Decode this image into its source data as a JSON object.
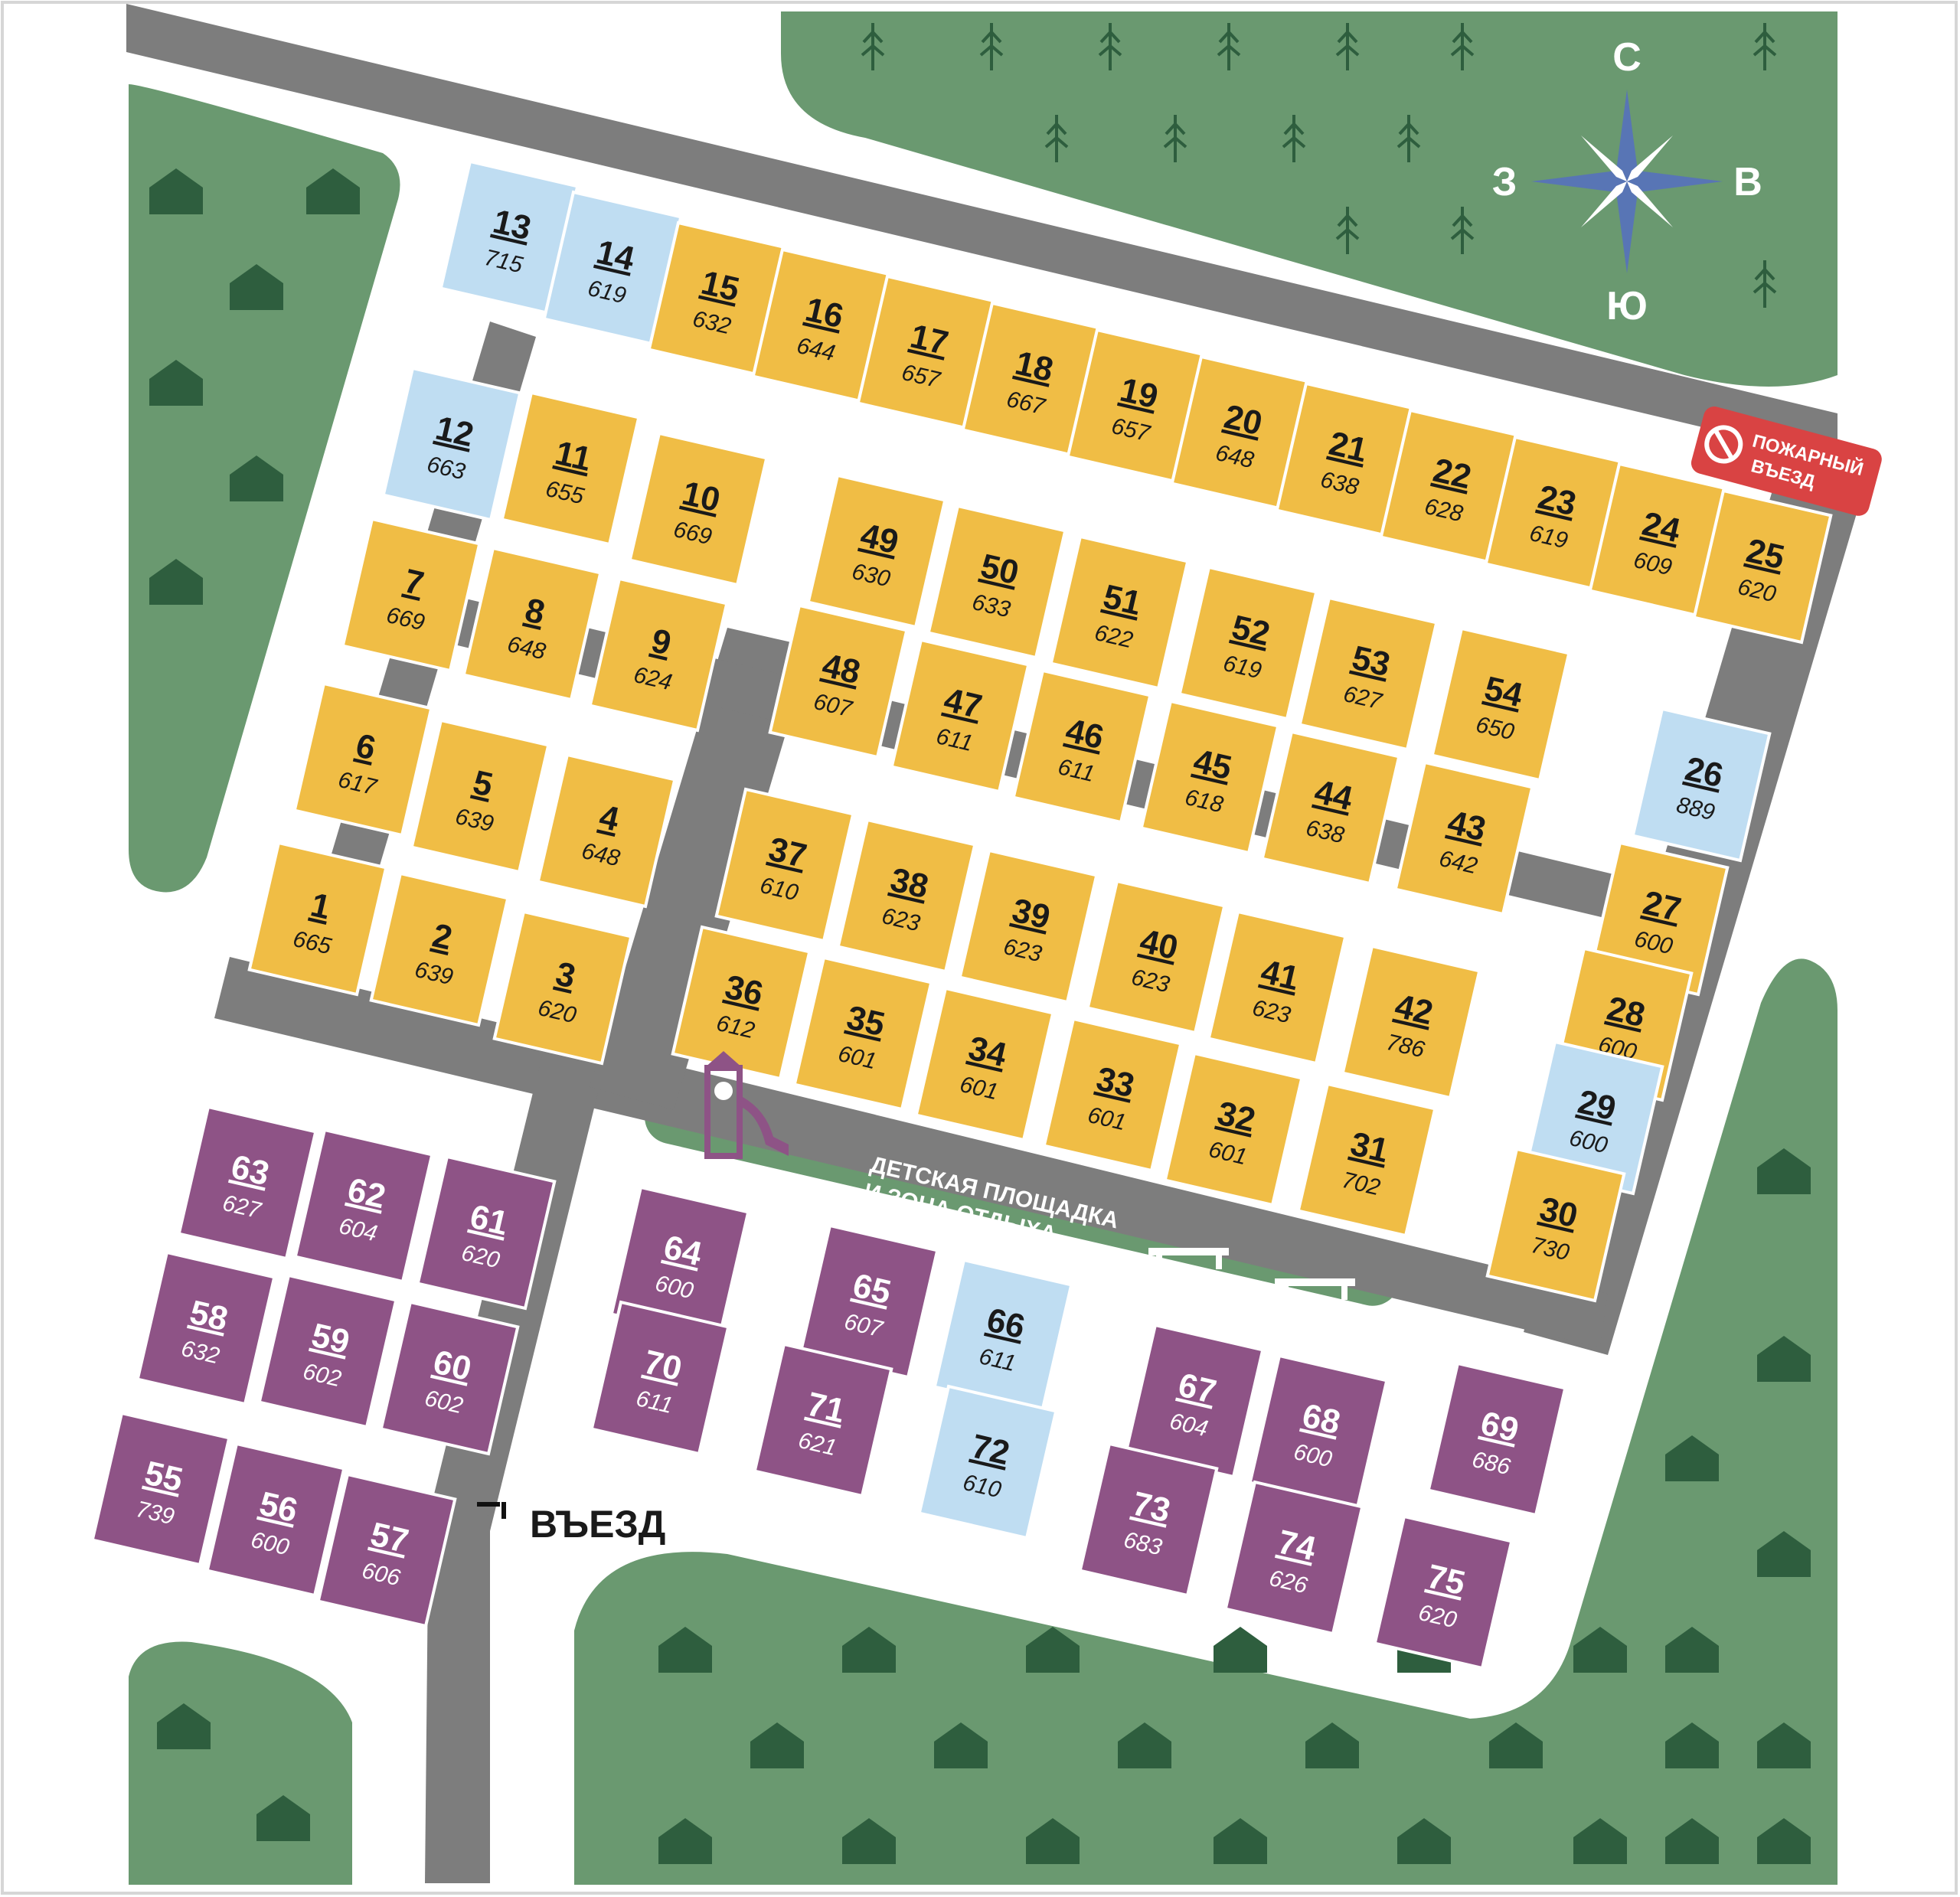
{
  "compass": {
    "north": "С",
    "south": "Ю",
    "west": "З",
    "east": "В"
  },
  "fire_entrance": {
    "line1": "ПОЖАРНЫЙ",
    "line2": "ВЪЕЗД"
  },
  "entrance_label": "ВЪЕЗД",
  "playground": {
    "line1": "ДЕТСКАЯ ПЛОЩАДКА",
    "line2": "И ЗОНА ОТДЫХА"
  },
  "colors": {
    "sale": "#F0BD45",
    "reserved": "#BFDDF2",
    "sold": "#8E5386",
    "park": "#6A9970",
    "road": "#7D7D7D",
    "fire": "#D94343",
    "compass": "#5875B5"
  },
  "plots": [
    {
      "n": "13",
      "a": "715",
      "s": "reserved"
    },
    {
      "n": "14",
      "a": "619",
      "s": "reserved"
    },
    {
      "n": "15",
      "a": "632",
      "s": "sale"
    },
    {
      "n": "16",
      "a": "644",
      "s": "sale"
    },
    {
      "n": "17",
      "a": "657",
      "s": "sale"
    },
    {
      "n": "18",
      "a": "667",
      "s": "sale"
    },
    {
      "n": "19",
      "a": "657",
      "s": "sale"
    },
    {
      "n": "20",
      "a": "648",
      "s": "sale"
    },
    {
      "n": "21",
      "a": "638",
      "s": "sale"
    },
    {
      "n": "22",
      "a": "628",
      "s": "sale"
    },
    {
      "n": "23",
      "a": "619",
      "s": "sale"
    },
    {
      "n": "24",
      "a": "609",
      "s": "sale"
    },
    {
      "n": "25",
      "a": "620",
      "s": "sale"
    },
    {
      "n": "12",
      "a": "663",
      "s": "reserved"
    },
    {
      "n": "11",
      "a": "655",
      "s": "sale"
    },
    {
      "n": "10",
      "a": "669",
      "s": "sale"
    },
    {
      "n": "7",
      "a": "669",
      "s": "sale"
    },
    {
      "n": "8",
      "a": "648",
      "s": "sale"
    },
    {
      "n": "9",
      "a": "624",
      "s": "sale"
    },
    {
      "n": "6",
      "a": "617",
      "s": "sale"
    },
    {
      "n": "5",
      "a": "639",
      "s": "sale"
    },
    {
      "n": "4",
      "a": "648",
      "s": "sale"
    },
    {
      "n": "1",
      "a": "665",
      "s": "sale"
    },
    {
      "n": "2",
      "a": "639",
      "s": "sale"
    },
    {
      "n": "3",
      "a": "620",
      "s": "sale"
    },
    {
      "n": "49",
      "a": "630",
      "s": "sale"
    },
    {
      "n": "50",
      "a": "633",
      "s": "sale"
    },
    {
      "n": "51",
      "a": "622",
      "s": "sale"
    },
    {
      "n": "52",
      "a": "619",
      "s": "sale"
    },
    {
      "n": "53",
      "a": "627",
      "s": "sale"
    },
    {
      "n": "54",
      "a": "650",
      "s": "sale"
    },
    {
      "n": "48",
      "a": "607",
      "s": "sale"
    },
    {
      "n": "47",
      "a": "611",
      "s": "sale"
    },
    {
      "n": "46",
      "a": "611",
      "s": "sale"
    },
    {
      "n": "45",
      "a": "618",
      "s": "sale"
    },
    {
      "n": "44",
      "a": "638",
      "s": "sale"
    },
    {
      "n": "43",
      "a": "642",
      "s": "sale"
    },
    {
      "n": "37",
      "a": "610",
      "s": "sale"
    },
    {
      "n": "38",
      "a": "623",
      "s": "sale"
    },
    {
      "n": "39",
      "a": "623",
      "s": "sale"
    },
    {
      "n": "40",
      "a": "623",
      "s": "sale"
    },
    {
      "n": "41",
      "a": "623",
      "s": "sale"
    },
    {
      "n": "42",
      "a": "786",
      "s": "sale"
    },
    {
      "n": "36",
      "a": "612",
      "s": "sale"
    },
    {
      "n": "35",
      "a": "601",
      "s": "sale"
    },
    {
      "n": "34",
      "a": "601",
      "s": "sale"
    },
    {
      "n": "33",
      "a": "601",
      "s": "sale"
    },
    {
      "n": "32",
      "a": "601",
      "s": "sale"
    },
    {
      "n": "31",
      "a": "702",
      "s": "sale"
    },
    {
      "n": "26",
      "a": "889",
      "s": "reserved"
    },
    {
      "n": "27",
      "a": "600",
      "s": "sale"
    },
    {
      "n": "28",
      "a": "600",
      "s": "sale"
    },
    {
      "n": "29",
      "a": "600",
      "s": "reserved"
    },
    {
      "n": "30",
      "a": "730",
      "s": "sale"
    },
    {
      "n": "63",
      "a": "627",
      "s": "sold"
    },
    {
      "n": "62",
      "a": "604",
      "s": "sold"
    },
    {
      "n": "61",
      "a": "620",
      "s": "sold"
    },
    {
      "n": "58",
      "a": "632",
      "s": "sold"
    },
    {
      "n": "59",
      "a": "602",
      "s": "sold"
    },
    {
      "n": "60",
      "a": "602",
      "s": "sold"
    },
    {
      "n": "55",
      "a": "739",
      "s": "sold"
    },
    {
      "n": "56",
      "a": "600",
      "s": "sold"
    },
    {
      "n": "57",
      "a": "606",
      "s": "sold"
    },
    {
      "n": "64",
      "a": "600",
      "s": "sold"
    },
    {
      "n": "65",
      "a": "607",
      "s": "sold"
    },
    {
      "n": "66",
      "a": "611",
      "s": "reserved"
    },
    {
      "n": "70",
      "a": "611",
      "s": "sold"
    },
    {
      "n": "71",
      "a": "621",
      "s": "sold"
    },
    {
      "n": "72",
      "a": "610",
      "s": "reserved"
    },
    {
      "n": "67",
      "a": "604",
      "s": "sold"
    },
    {
      "n": "68",
      "a": "600",
      "s": "sold"
    },
    {
      "n": "73",
      "a": "683",
      "s": "sold"
    },
    {
      "n": "74",
      "a": "626",
      "s": "sold"
    },
    {
      "n": "69",
      "a": "686",
      "s": "sold"
    },
    {
      "n": "75",
      "a": "620",
      "s": "sold"
    }
  ]
}
